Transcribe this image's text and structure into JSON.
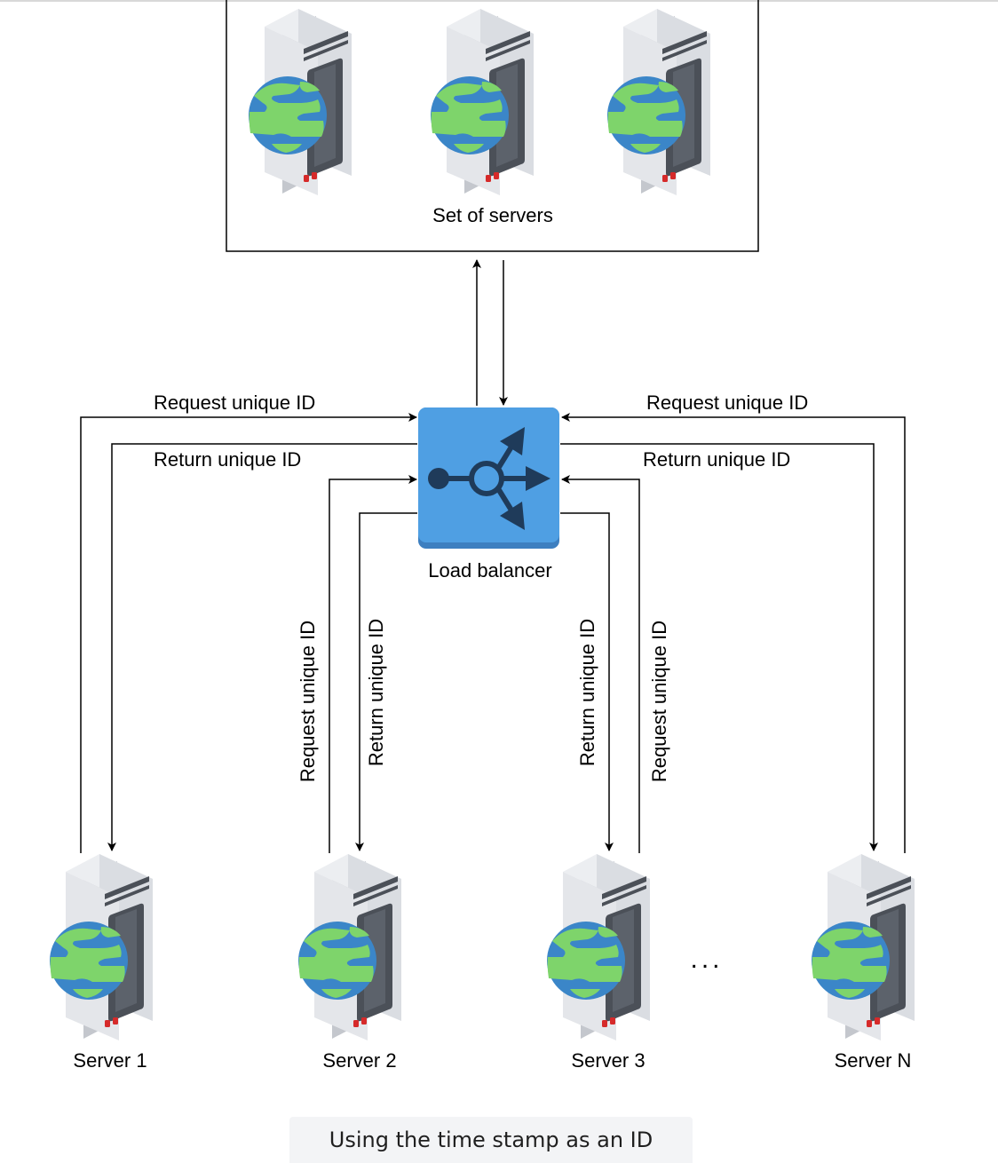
{
  "server_set": {
    "label": "Set of servers"
  },
  "load_balancer": {
    "label": "Load balancer"
  },
  "edge_labels": {
    "left_request": "Request unique ID",
    "left_return": "Return unique ID",
    "right_request": "Request unique ID",
    "right_return": "Return unique ID",
    "server2_request": "Request unique ID",
    "server2_return": "Return unique ID",
    "server3_return": "Return unique ID",
    "server3_request": "Request unique ID"
  },
  "servers": [
    {
      "label": "Server 1"
    },
    {
      "label": "Server 2"
    },
    {
      "label": "Server 3"
    },
    {
      "label": "Server N"
    }
  ],
  "ellipsis": "...",
  "caption": "Using the time stamp as an ID",
  "icons": {
    "server": "server-globe-icon",
    "load_balancer": "load-balancer-icon"
  },
  "colors": {
    "load_balancer_fill": "#4f9fe3",
    "load_balancer_glyph": "#1f3b5a",
    "globe_ocean": "#3b86c8",
    "globe_land": "#7ed46b",
    "server_body": "#e2e4e8",
    "server_side": "#c4c7cd",
    "server_panel": "#4b5058",
    "server_led": "#d62a2a"
  }
}
